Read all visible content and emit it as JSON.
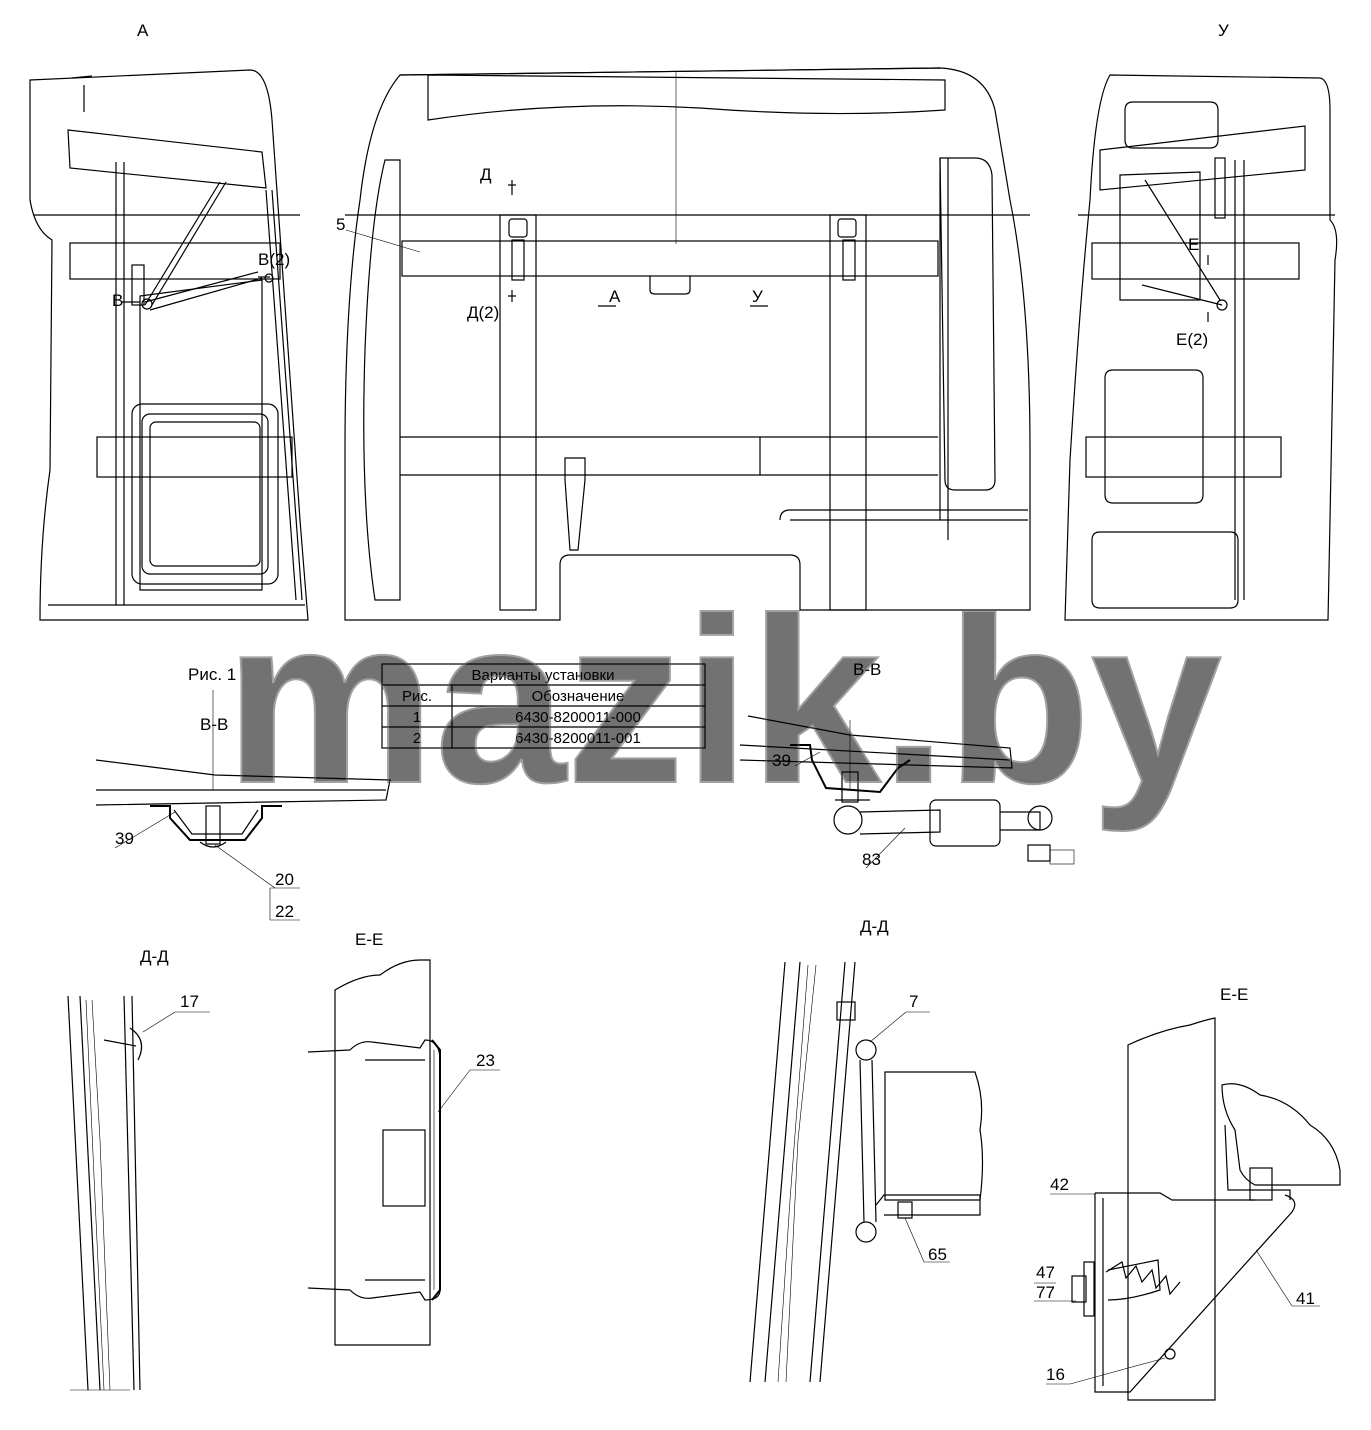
{
  "view_titles": {
    "view_a": "А",
    "view_u": "У",
    "section_vv_fig1": "В-В",
    "section_vv_fig2": "В-В",
    "section_dd_fig1": "Д-Д",
    "section_ee_fig1": "Е-Е",
    "section_dd_fig2": "Д-Д",
    "section_ee_fig2": "Е-Е",
    "figure_label": "Рис. 1"
  },
  "section_marks": {
    "v": "В",
    "v2": "В(2)",
    "d": "Д",
    "d2": "Д(2)",
    "a": "А",
    "u": "У",
    "e": "Е",
    "e2": "Е(2)"
  },
  "callouts": {
    "c5": "5",
    "c39a": "39",
    "c20": "20",
    "c22": "22",
    "c39b": "39",
    "c83": "83",
    "c17": "17",
    "c23": "23",
    "c7": "7",
    "c65": "65",
    "c42": "42",
    "c47": "47",
    "c77": "77",
    "c16": "16",
    "c41": "41"
  },
  "variants_table": {
    "title": "Варианты установки",
    "headers": [
      "Рис.",
      "Обозначение"
    ],
    "rows": [
      [
        "1",
        "6430-8200011-000"
      ],
      [
        "2",
        "6430-8200011-001"
      ]
    ]
  },
  "watermark": "mazik.by"
}
